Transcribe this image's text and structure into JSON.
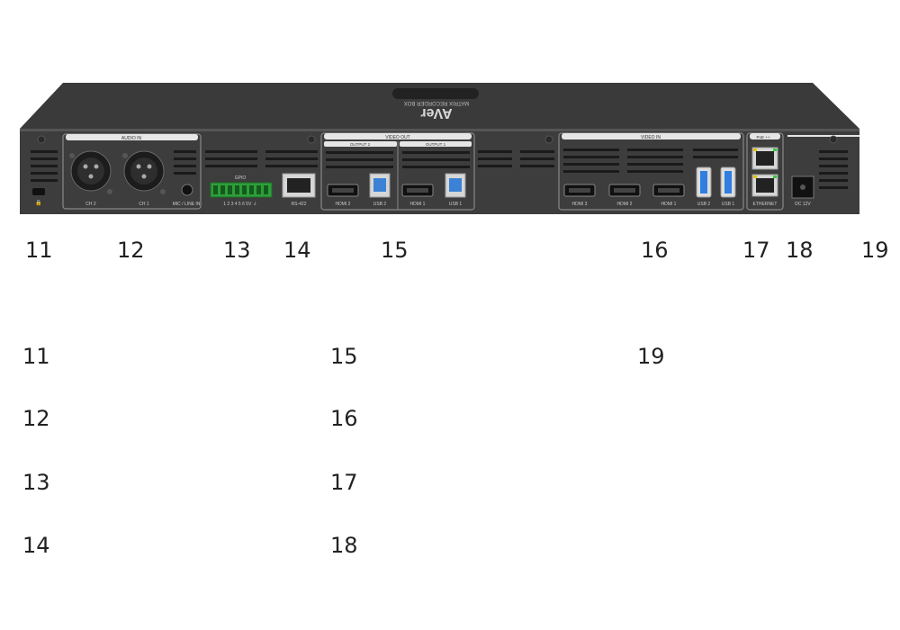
{
  "device": {
    "brand": "AVer",
    "model_text": "MATRIX RECORDER BOX",
    "section_labels": {
      "audio_in": "AUDIO IN",
      "gpio": "GPIO",
      "video_out": "VIDEO OUT",
      "output2": "OUTPUT 2",
      "output1": "OUTPUT 1",
      "video_in": "VIDEO IN",
      "poe": "PoE ++"
    },
    "port_labels": {
      "ch2": "CH 2",
      "ch1": "CH 1",
      "mic": "MIC / LINE IN",
      "gpio_pins": "1  2  3  4  5  6  5V  ⏚",
      "rs422": "RS-422",
      "hdmi2_out": "HDMI 2",
      "usb2_out": "USB 2",
      "hdmi1_out": "HDMI 1",
      "usb1_out": "USB 1",
      "hdmi3_in": "HDMI 3",
      "hdmi2_in": "HDMI 2",
      "hdmi1_in": "HDMI 1",
      "usb2_in": "USB 2",
      "usb1_in": "USB 1",
      "ethernet": "ETHERNET",
      "dc": "DC 12V"
    }
  },
  "callouts_row": [
    "11",
    "12",
    "13",
    "14",
    "15",
    "16",
    "17",
    "18",
    "19"
  ],
  "legend_numbers": {
    "col1": [
      "11",
      "12",
      "13",
      "14"
    ],
    "col2": [
      "15",
      "16",
      "17",
      "18"
    ],
    "col3": [
      "19"
    ]
  }
}
